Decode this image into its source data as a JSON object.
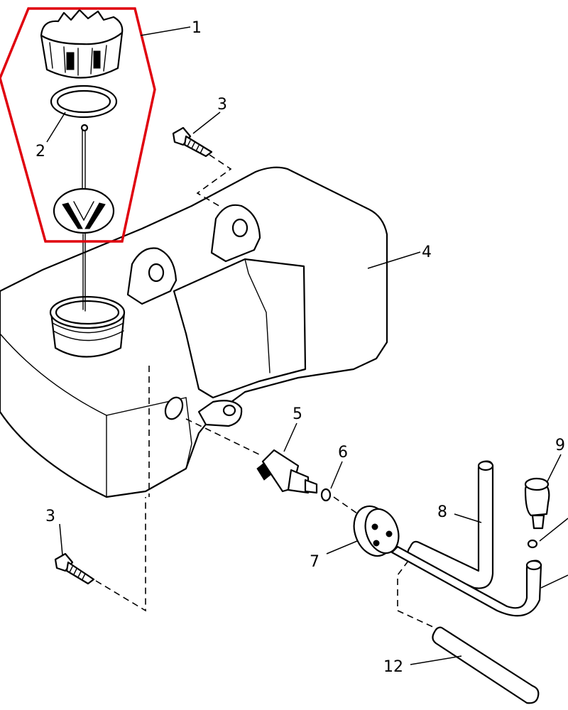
{
  "callouts": [
    {
      "id": "1",
      "label": "1"
    },
    {
      "id": "2",
      "label": "2"
    },
    {
      "id": "3a",
      "label": "3"
    },
    {
      "id": "3b",
      "label": "3"
    },
    {
      "id": "4",
      "label": "4"
    },
    {
      "id": "5",
      "label": "5"
    },
    {
      "id": "6",
      "label": "6"
    },
    {
      "id": "7",
      "label": "7"
    },
    {
      "id": "8",
      "label": "8"
    },
    {
      "id": "9",
      "label": "9"
    },
    {
      "id": "12",
      "label": "12"
    }
  ],
  "highlight": {
    "color": "#e0000e"
  }
}
